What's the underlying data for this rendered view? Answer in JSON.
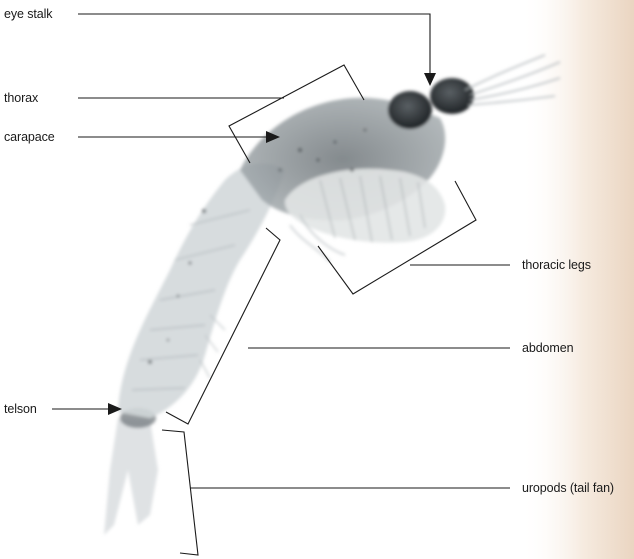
{
  "labels": {
    "eye_stalk": "eye stalk",
    "thorax": "thorax",
    "carapace": "carapace",
    "thoracic_legs": "thoracic legs",
    "abdomen": "abdomen",
    "telson": "telson",
    "uropods": "uropods (tail fan)"
  },
  "colors": {
    "panel_gradient_start": "#ffffff",
    "panel_gradient_end": "#ecd9c6",
    "line": "#1a1a1a",
    "specimen_body": "#c9cfd1",
    "specimen_dark": "#3b4044"
  }
}
